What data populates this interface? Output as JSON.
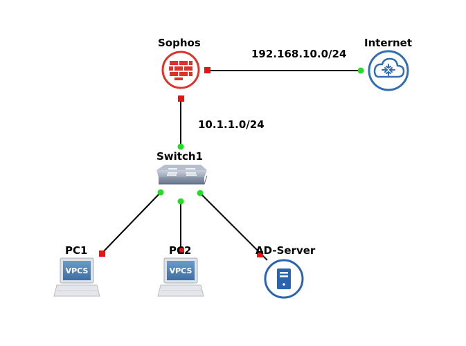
{
  "topology": {
    "nodes": [
      {
        "id": "sophos",
        "label": "Sophos",
        "icon": "firewall-icon"
      },
      {
        "id": "internet",
        "label": "Internet",
        "icon": "cloud-icon"
      },
      {
        "id": "switch1",
        "label": "Switch1",
        "icon": "switch-icon"
      },
      {
        "id": "pc1",
        "label": "PC1",
        "icon": "vpcs-laptop-icon",
        "badge": "VPCS"
      },
      {
        "id": "pc2",
        "label": "PC2",
        "icon": "vpcs-laptop-icon",
        "badge": "VPCS"
      },
      {
        "id": "adserver",
        "label": "AD-Server",
        "icon": "server-icon"
      }
    ],
    "links": [
      {
        "from": "sophos",
        "to": "internet",
        "from_status": "stopped",
        "to_status": "started"
      },
      {
        "from": "sophos",
        "to": "switch1",
        "from_status": "stopped",
        "to_status": "started"
      },
      {
        "from": "switch1",
        "to": "pc1",
        "from_status": "started",
        "to_status": "stopped"
      },
      {
        "from": "switch1",
        "to": "pc2",
        "from_status": "started",
        "to_status": "stopped"
      },
      {
        "from": "switch1",
        "to": "adserver",
        "from_status": "started",
        "to_status": "stopped"
      }
    ],
    "subnets": {
      "wan": "192.168.10.0/24",
      "lan": "10.1.1.0/24"
    }
  },
  "colors": {
    "firewall": "#e0312a",
    "cloud": "#2f6db5",
    "server": "#2a64b0",
    "link": "#000000",
    "status_started": "#22dd22",
    "status_stopped": "#ee1111",
    "vpcs_screen": "#4f83b8"
  }
}
